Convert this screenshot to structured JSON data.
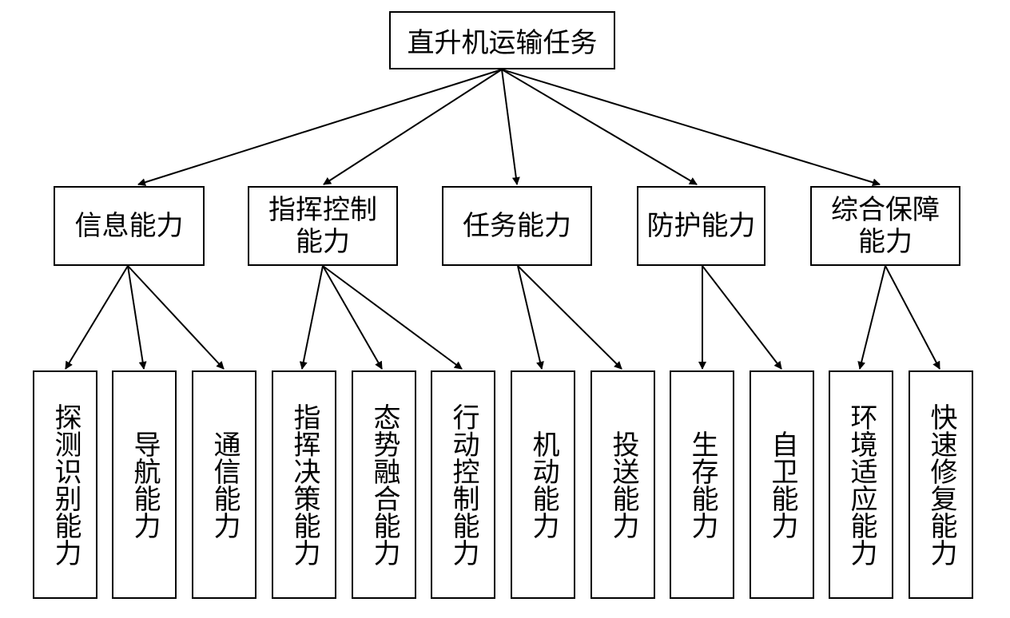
{
  "root": {
    "label": "直升机运输任务"
  },
  "capabilities": [
    {
      "label": "信息能力",
      "children": [
        "探测识别能力",
        "导航能力",
        "通信能力"
      ]
    },
    {
      "label": "指挥控制能力",
      "children": [
        "指挥决策能力",
        "态势融合能力",
        "行动控制能力"
      ]
    },
    {
      "label": "任务能力",
      "children": [
        "机动能力",
        "投送能力"
      ]
    },
    {
      "label": "防护能力",
      "children": [
        "生存能力",
        "自卫能力"
      ]
    },
    {
      "label": "综合保障能力",
      "children": [
        "环境适应能力",
        "快速修复能力"
      ]
    }
  ]
}
